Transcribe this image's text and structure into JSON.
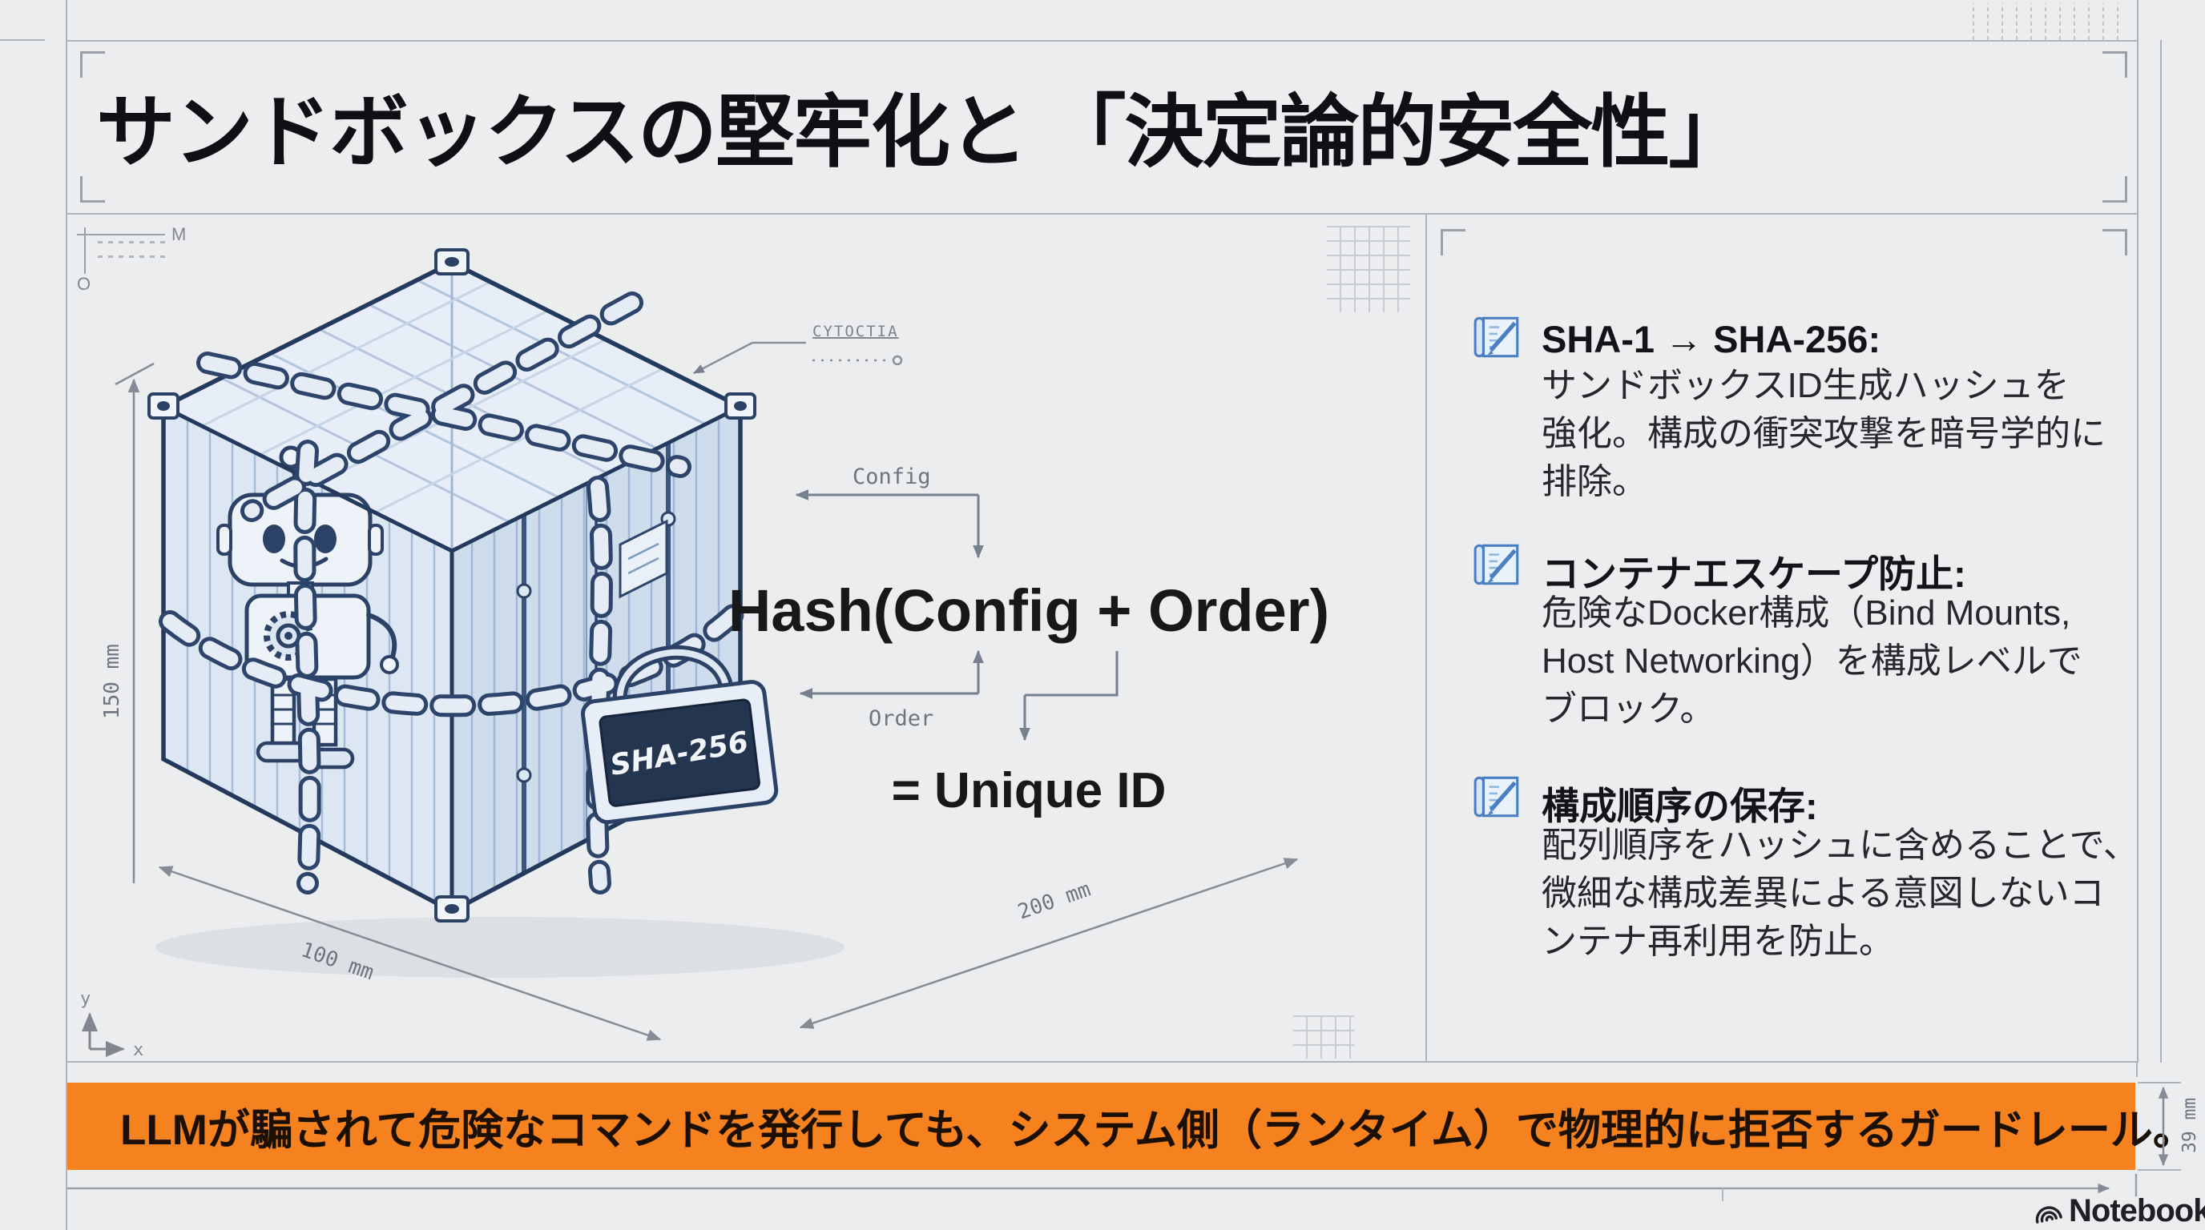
{
  "title": "サンドボックスの堅牢化と 「決定論的安全性」",
  "drawing": {
    "origin_m": "M",
    "origin_o": "O",
    "axis_x": "x",
    "axis_y": "y",
    "callout_text": "CYTOCTIA",
    "dim_height": "150 mm",
    "dim_left": "100 mm",
    "dim_right": "200 mm",
    "lock_text": "SHA-256",
    "config_label": "Config",
    "order_label": "Order",
    "hash_formula": "Hash(Config + Order)",
    "unique_id": "= Unique ID"
  },
  "bullets": [
    {
      "heading": "SHA-1 → SHA-256:",
      "lines": [
        "サンドボックスID生成ハッシュを",
        "強化。構成の衝突攻撃を暗号学的に",
        "排除。"
      ]
    },
    {
      "heading": "コンテナエスケープ防止:",
      "lines": [
        "危険なDocker構成（Bind Mounts,",
        "Host Networking）を構成レベルで",
        "ブロック。"
      ]
    },
    {
      "heading": "構成順序の保存:",
      "lines": [
        "配列順序をハッシュに含めることで、",
        "微細な構成差異による意図しないコ",
        "ンテナ再利用を防止。"
      ]
    }
  ],
  "banner": {
    "text": "LLMが騙されて危険なコマンドを発行しても、システム側（ランタイム）で物理的に拒否するガードレール。",
    "dim_label": "39 mm"
  },
  "footer": {
    "brand": "NotebookLM"
  },
  "colors": {
    "accent_orange": "#f5821f",
    "blueprint_navy": "#2b4166",
    "icon_blue": "#4a7fc1",
    "frame_gray": "#aeb2b9"
  }
}
